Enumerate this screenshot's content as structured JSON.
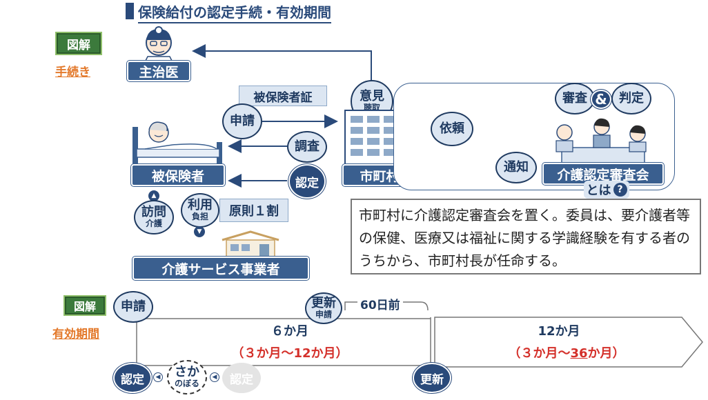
{
  "title": "保険給付の認定手続・有効期間",
  "procedure_section": {
    "badge": "図解",
    "link": "手続き",
    "doctor": "主治医",
    "insurance_card": "被保険者証",
    "opinion": {
      "main": "意見",
      "sub": "聴取"
    },
    "apply": "申請",
    "survey": "調査",
    "certify": "認定",
    "insured": "被保険者",
    "municipality": "市町村",
    "request": "依頼",
    "notify": "通知",
    "review": "審査",
    "ampersand": "&",
    "judge": "判定",
    "committee": "介護認定審査会",
    "toha": "とは",
    "question": "?",
    "visit": {
      "main": "訪問",
      "sub": "介護"
    },
    "use": {
      "main": "利用",
      "sub": "負担"
    },
    "principle": "原則１割",
    "provider": "介護サービス事業者",
    "notice_text": "市町村に介護認定審査会を置く。委員は、要介護者等の保健、医療又は福祉に関する学識経験を有する者のうちから、市町村長が任命する。"
  },
  "validity_section": {
    "badge": "図解",
    "link": "有効期間",
    "apply": "申請",
    "renewal_apply": {
      "main": "更新",
      "sub": "申請"
    },
    "days_before": "60日前",
    "first_period": "６か月",
    "first_range": "（３か月～12か月）",
    "second_period": "12か月",
    "second_range_prefix": "（３か月～",
    "second_range_highlight": "36",
    "second_range_suffix": "か月）",
    "certify": "認定",
    "retro": {
      "main": "さか",
      "sub": "のぼる"
    },
    "certify_faded": "認定",
    "renewal": "更新"
  },
  "colors": {
    "navy": "#2a4a7a",
    "box_blue": "#3a5f8f",
    "light_blue": "#dce6f2",
    "orange": "#e3792b",
    "green": "#3c7a3c",
    "red": "#d4302a"
  }
}
